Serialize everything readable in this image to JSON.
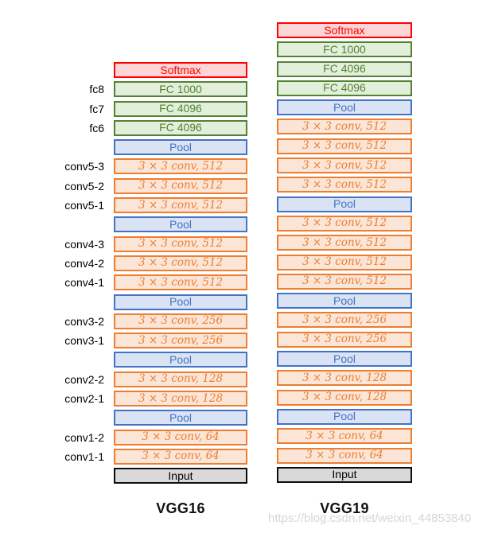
{
  "watermark": "https://blog.csdn.net/weixin_44853840",
  "colors": {
    "softmax": {
      "border": "#ff0000",
      "fill": "#fcd5d6",
      "text": "#ff0000"
    },
    "fc": {
      "border": "#548235",
      "fill": "#e2efda",
      "text": "#548235"
    },
    "pool": {
      "border": "#4472c4",
      "fill": "#dae3f3",
      "text": "#4472c4"
    },
    "conv": {
      "border": "#ed7d31",
      "fill": "#fbe5d6",
      "text": "#ed7d31"
    },
    "input": {
      "border": "#0d0d0d",
      "fill": "#d9d9d9",
      "text": "#000000"
    }
  },
  "vgg16": {
    "title": "VGG16",
    "layers": [
      {
        "label": "",
        "text": "Softmax",
        "type": "softmax"
      },
      {
        "label": "fc8",
        "text": "FC 1000",
        "type": "fc"
      },
      {
        "label": "fc7",
        "text": "FC 4096",
        "type": "fc"
      },
      {
        "label": "fc6",
        "text": "FC 4096",
        "type": "fc"
      },
      {
        "label": "",
        "text": "Pool",
        "type": "pool"
      },
      {
        "label": "conv5-3",
        "text": "3 × 3 conv, 512",
        "type": "conv"
      },
      {
        "label": "conv5-2",
        "text": "3 × 3 conv, 512",
        "type": "conv"
      },
      {
        "label": "conv5-1",
        "text": "3 × 3 conv, 512",
        "type": "conv"
      },
      {
        "label": "",
        "text": "Pool",
        "type": "pool"
      },
      {
        "label": "conv4-3",
        "text": "3 × 3 conv, 512",
        "type": "conv"
      },
      {
        "label": "conv4-2",
        "text": "3 × 3 conv, 512",
        "type": "conv"
      },
      {
        "label": "conv4-1",
        "text": "3 × 3 conv, 512",
        "type": "conv"
      },
      {
        "label": "",
        "text": "Pool",
        "type": "pool"
      },
      {
        "label": "conv3-2",
        "text": "3 × 3 conv, 256",
        "type": "conv"
      },
      {
        "label": "conv3-1",
        "text": "3 × 3 conv, 256",
        "type": "conv"
      },
      {
        "label": "",
        "text": "Pool",
        "type": "pool"
      },
      {
        "label": "conv2-2",
        "text": "3 × 3 conv, 128",
        "type": "conv"
      },
      {
        "label": "conv2-1",
        "text": "3 × 3 conv, 128",
        "type": "conv"
      },
      {
        "label": "",
        "text": "Pool",
        "type": "pool"
      },
      {
        "label": "conv1-2",
        "text": "3 × 3 conv, 64",
        "type": "conv"
      },
      {
        "label": "conv1-1",
        "text": "3 × 3 conv, 64",
        "type": "conv"
      },
      {
        "label": "",
        "text": "Input",
        "type": "input"
      }
    ]
  },
  "vgg19": {
    "title": "VGG19",
    "layers": [
      {
        "label": "",
        "text": "Softmax",
        "type": "softmax"
      },
      {
        "label": "",
        "text": "FC 1000",
        "type": "fc"
      },
      {
        "label": "",
        "text": "FC 4096",
        "type": "fc"
      },
      {
        "label": "",
        "text": "FC 4096",
        "type": "fc"
      },
      {
        "label": "",
        "text": "Pool",
        "type": "pool"
      },
      {
        "label": "",
        "text": "3 × 3 conv, 512",
        "type": "conv"
      },
      {
        "label": "",
        "text": "3 × 3 conv, 512",
        "type": "conv"
      },
      {
        "label": "",
        "text": "3 × 3 conv, 512",
        "type": "conv"
      },
      {
        "label": "",
        "text": "3 × 3 conv, 512",
        "type": "conv"
      },
      {
        "label": "",
        "text": "Pool",
        "type": "pool"
      },
      {
        "label": "",
        "text": "3 × 3 conv, 512",
        "type": "conv"
      },
      {
        "label": "",
        "text": "3 × 3 conv, 512",
        "type": "conv"
      },
      {
        "label": "",
        "text": "3 × 3 conv, 512",
        "type": "conv"
      },
      {
        "label": "",
        "text": "3 × 3 conv, 512",
        "type": "conv"
      },
      {
        "label": "",
        "text": "Pool",
        "type": "pool"
      },
      {
        "label": "",
        "text": "3 × 3 conv, 256",
        "type": "conv"
      },
      {
        "label": "",
        "text": "3 × 3 conv, 256",
        "type": "conv"
      },
      {
        "label": "",
        "text": "Pool",
        "type": "pool"
      },
      {
        "label": "",
        "text": "3 × 3 conv, 128",
        "type": "conv"
      },
      {
        "label": "",
        "text": "3 × 3 conv, 128",
        "type": "conv"
      },
      {
        "label": "",
        "text": "Pool",
        "type": "pool"
      },
      {
        "label": "",
        "text": "3 × 3 conv, 64",
        "type": "conv"
      },
      {
        "label": "",
        "text": "3 × 3 conv, 64",
        "type": "conv"
      },
      {
        "label": "",
        "text": "Input",
        "type": "input"
      }
    ]
  }
}
